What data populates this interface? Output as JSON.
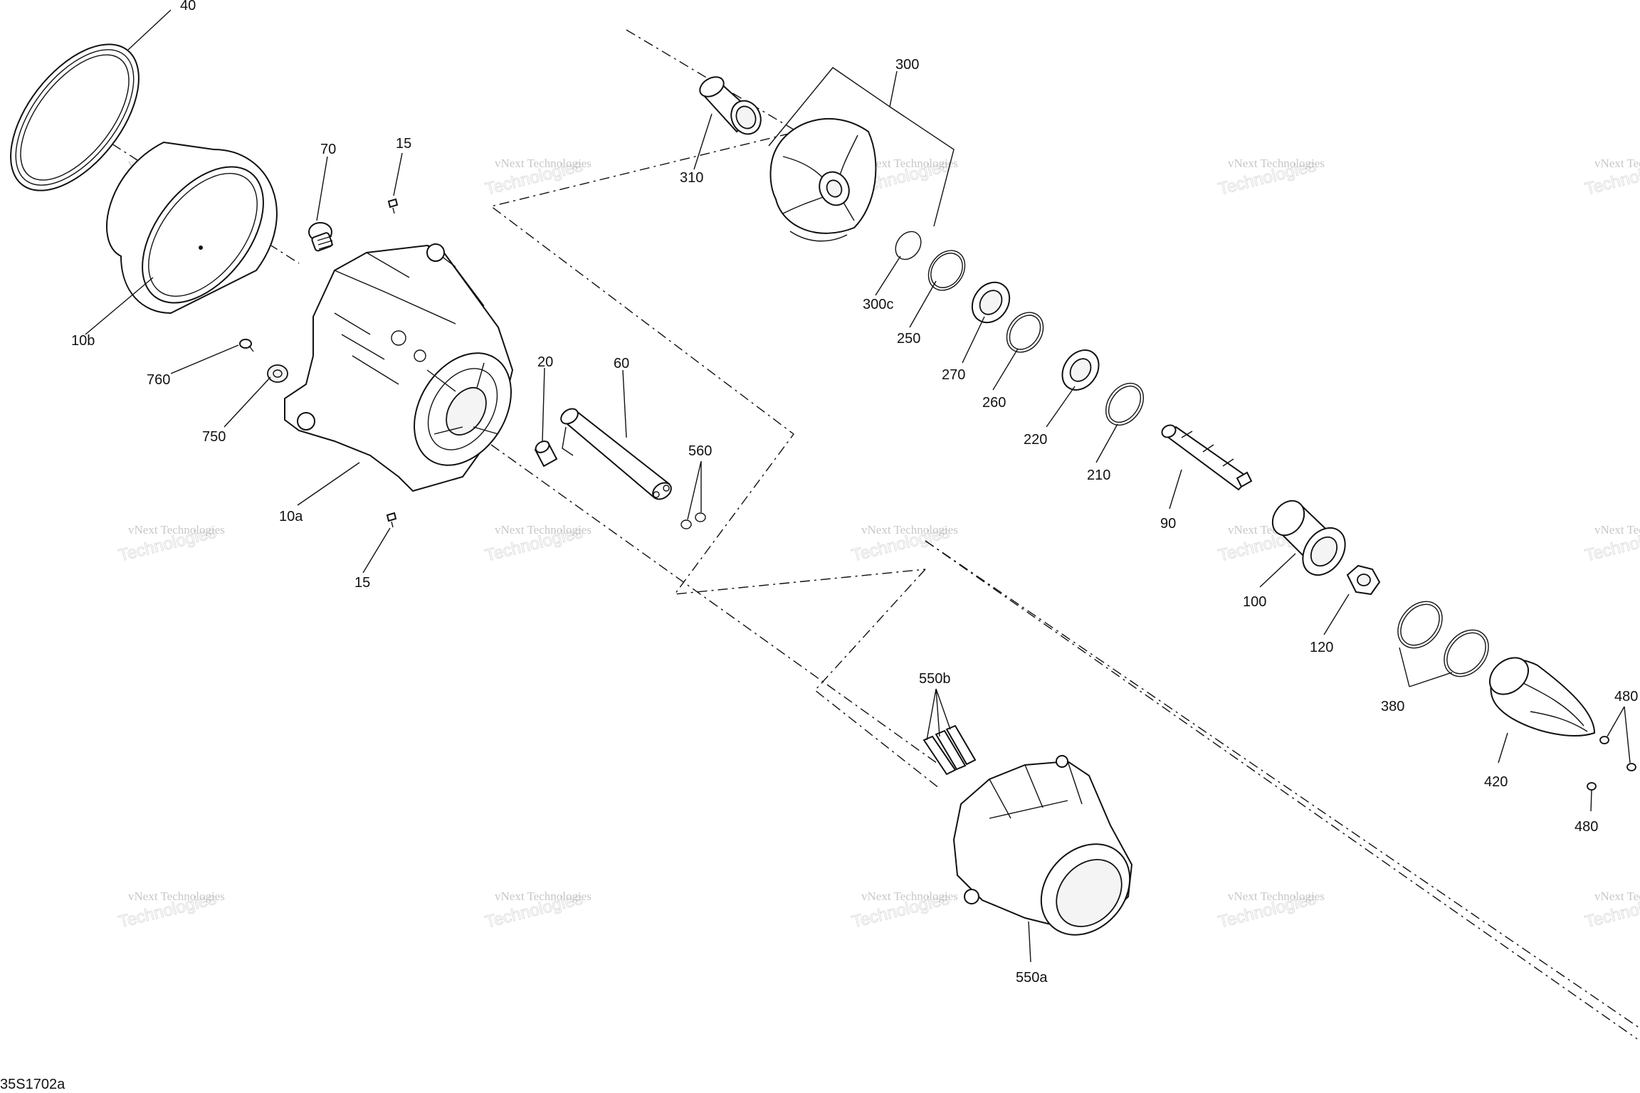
{
  "diagram": {
    "drawing_code": "35S1702a",
    "watermark": {
      "line1": "vNext Technologies",
      "line2": "Technologies"
    },
    "callouts": [
      {
        "id": "p40",
        "text": "40"
      },
      {
        "id": "p10b",
        "text": "10b"
      },
      {
        "id": "p70",
        "text": "70"
      },
      {
        "id": "p15a",
        "text": "15"
      },
      {
        "id": "p760",
        "text": "760"
      },
      {
        "id": "p750",
        "text": "750"
      },
      {
        "id": "p10a",
        "text": "10a"
      },
      {
        "id": "p15b",
        "text": "15"
      },
      {
        "id": "p20",
        "text": "20"
      },
      {
        "id": "p60",
        "text": "60"
      },
      {
        "id": "p560",
        "text": "560"
      },
      {
        "id": "p310",
        "text": "310"
      },
      {
        "id": "p300",
        "text": "300"
      },
      {
        "id": "p300c",
        "text": "300c"
      },
      {
        "id": "p250",
        "text": "250"
      },
      {
        "id": "p270",
        "text": "270"
      },
      {
        "id": "p260",
        "text": "260"
      },
      {
        "id": "p220",
        "text": "220"
      },
      {
        "id": "p210",
        "text": "210"
      },
      {
        "id": "p90",
        "text": "90"
      },
      {
        "id": "p100",
        "text": "100"
      },
      {
        "id": "p120",
        "text": "120"
      },
      {
        "id": "p380",
        "text": "380"
      },
      {
        "id": "p420",
        "text": "420"
      },
      {
        "id": "p480a",
        "text": "480"
      },
      {
        "id": "p480b",
        "text": "480"
      },
      {
        "id": "p550b",
        "text": "550b"
      },
      {
        "id": "p550a",
        "text": "550a"
      }
    ]
  }
}
